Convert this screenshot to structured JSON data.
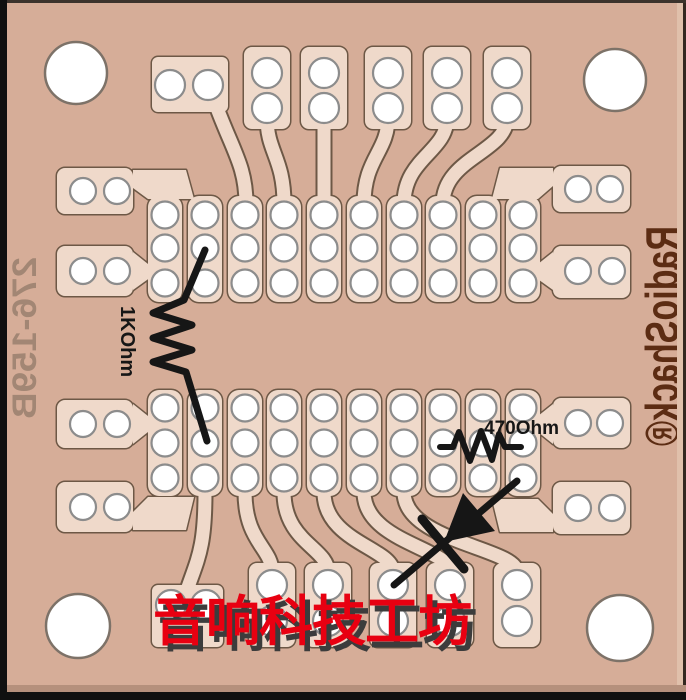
{
  "board": {
    "model_text": "276-159B",
    "brand_text": "RadioShack®",
    "watermark_text": "音响科技工坊",
    "annotations": {
      "resistor1_label": "1KOhm",
      "resistor2_label": "470Ohm"
    },
    "colors": {
      "board_tan": "#d6ad98",
      "copper_pad": "#efd9ca",
      "copper_outline": "#6d5846",
      "hole_white": "#ffffff",
      "hole_ring": "#8c8c8c",
      "mount_ring": "#7d7268",
      "annotation_black": "#161616",
      "watermark_red": "#e80011",
      "watermark_shadow": "#3c3c3c",
      "brand_brown": "#5c2c13",
      "model_gray": "#a28674",
      "frame_black": "#101010",
      "edge_shadow": "#b5907c",
      "edge_light": "#e0c0ab"
    }
  }
}
